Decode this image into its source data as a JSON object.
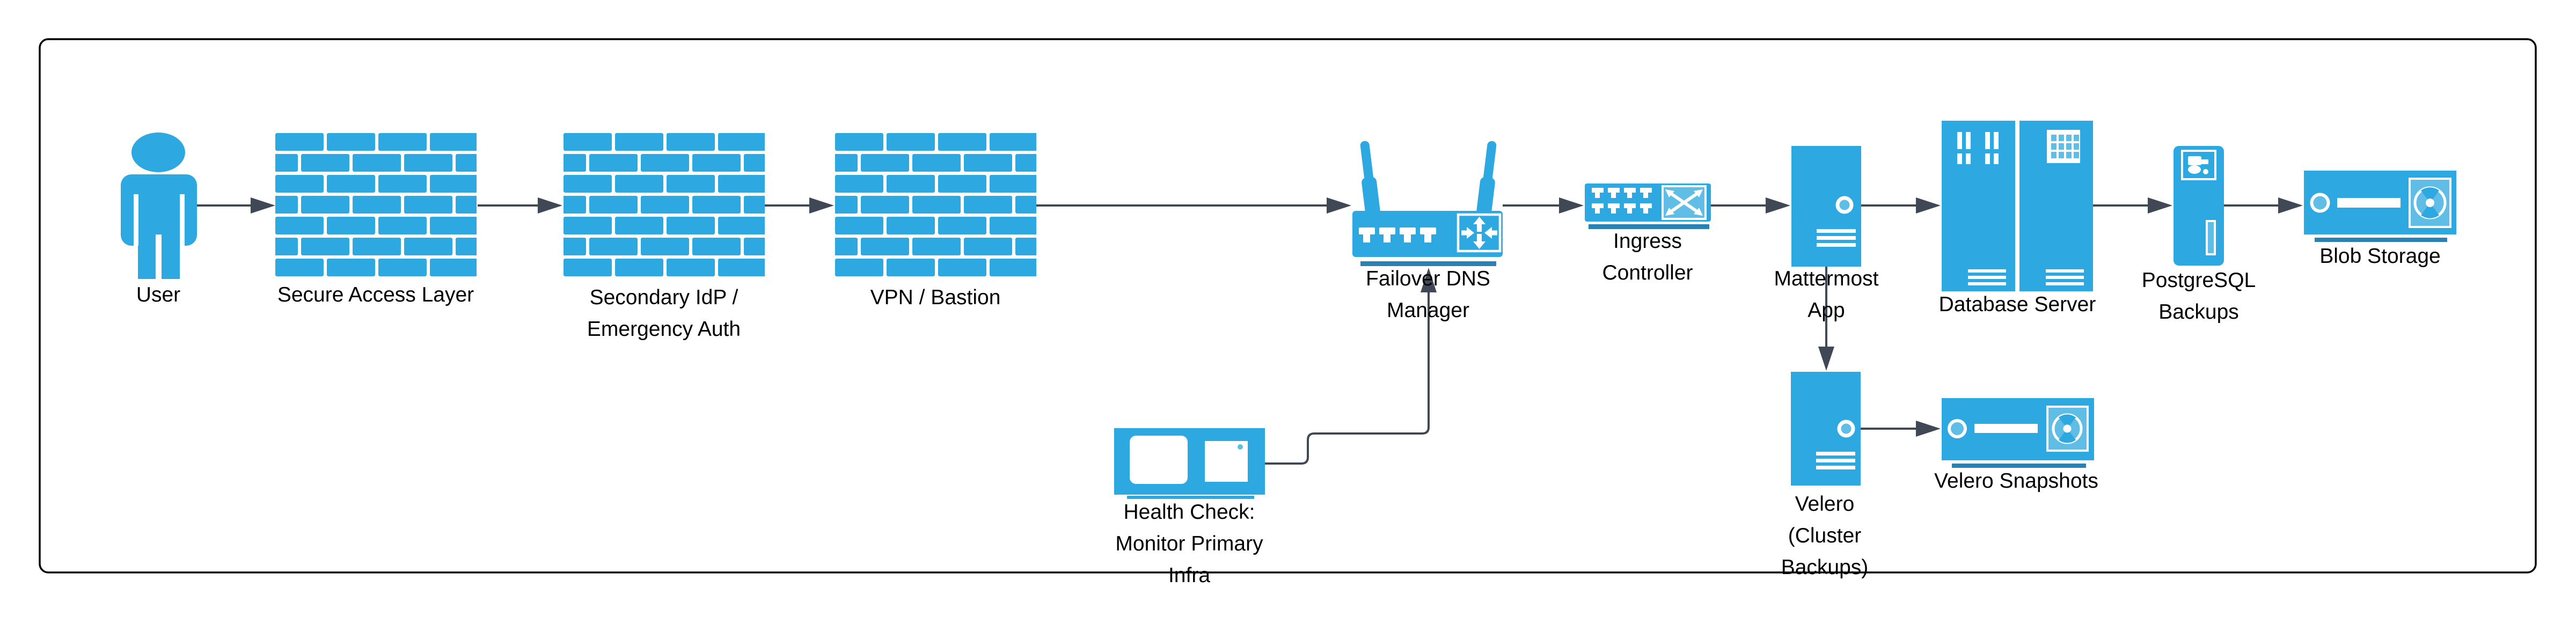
{
  "diagram": {
    "nodes": [
      {
        "id": "user",
        "icon": "user-person-icon",
        "label": "User"
      },
      {
        "id": "secure-access-layer",
        "icon": "firewall-brick-wall-icon",
        "label": "Secure Access Layer"
      },
      {
        "id": "secondary-idp",
        "icon": "firewall-brick-wall-icon",
        "label": "Secondary IdP /\nEmergency Auth"
      },
      {
        "id": "vpn-bastion",
        "icon": "firewall-brick-wall-icon",
        "label": "VPN / Bastion"
      },
      {
        "id": "failover-dns-manager",
        "icon": "wireless-router-icon",
        "label": "Failover DNS\nManager"
      },
      {
        "id": "ingress-controller",
        "icon": "network-switch-icon",
        "label": "Ingress\nController"
      },
      {
        "id": "mattermost-app",
        "icon": "server-tower-icon",
        "label": "Mattermost\nApp"
      },
      {
        "id": "database-server",
        "icon": "server-rack-pair-icon",
        "label": "Database Server"
      },
      {
        "id": "postgresql-backups",
        "icon": "server-tower-icon",
        "label": "PostgreSQL\nBackups"
      },
      {
        "id": "blob-storage",
        "icon": "disk-storage-unit-icon",
        "label": "Blob Storage"
      },
      {
        "id": "health-check",
        "icon": "monitor-screens-icon",
        "label": "Health Check:\nMonitor Primary\nInfra"
      },
      {
        "id": "velero",
        "icon": "server-tower-icon",
        "label": "Velero\n(Cluster\nBackups)"
      },
      {
        "id": "velero-snapshots",
        "icon": "disk-storage-unit-icon",
        "label": "Velero Snapshots"
      }
    ],
    "edges": [
      {
        "from": "user",
        "to": "secure-access-layer"
      },
      {
        "from": "secure-access-layer",
        "to": "secondary-idp"
      },
      {
        "from": "secondary-idp",
        "to": "vpn-bastion"
      },
      {
        "from": "vpn-bastion",
        "to": "failover-dns-manager"
      },
      {
        "from": "failover-dns-manager",
        "to": "ingress-controller"
      },
      {
        "from": "ingress-controller",
        "to": "mattermost-app"
      },
      {
        "from": "mattermost-app",
        "to": "database-server"
      },
      {
        "from": "database-server",
        "to": "postgresql-backups"
      },
      {
        "from": "postgresql-backups",
        "to": "blob-storage"
      },
      {
        "from": "health-check",
        "to": "failover-dns-manager"
      },
      {
        "from": "mattermost-app",
        "to": "velero"
      },
      {
        "from": "velero",
        "to": "velero-snapshots"
      }
    ],
    "colors": {
      "node_fill": "#2EA8E0",
      "node_accent_light": "#5FBDE6",
      "node_shadow": "#2A82B2",
      "connector": "#3F4854",
      "frame_border": "#000000",
      "background": "#FFFFFF",
      "text": "#000000"
    }
  }
}
